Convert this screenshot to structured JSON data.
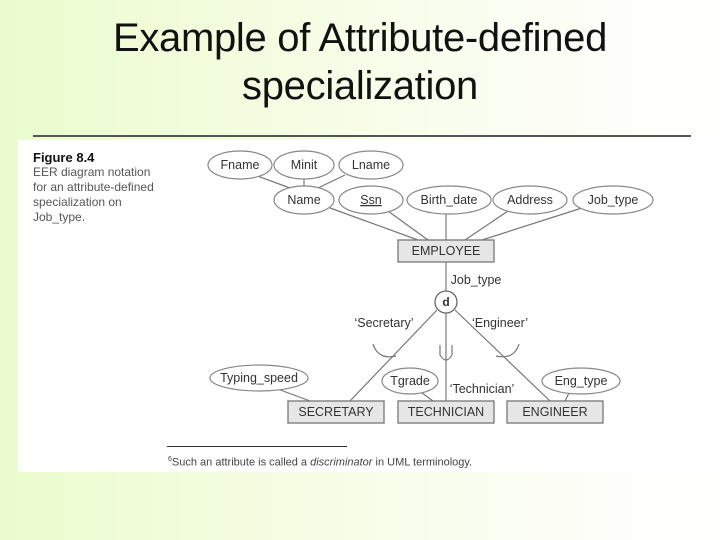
{
  "slide": {
    "title_line1": "Example of Attribute-defined",
    "title_line2": "specialization",
    "background_colors": [
      "#eafccd",
      "#ffffff"
    ]
  },
  "figure": {
    "number": "Figure 8.4",
    "caption_lines": [
      "EER diagram notation",
      "for an attribute-defined",
      "specialization on",
      "Job_type."
    ]
  },
  "diagram": {
    "superclass": "EMPLOYEE",
    "composite_subattributes": [
      "Fname",
      "Minit",
      "Lname"
    ],
    "attributes": [
      "Name",
      "Ssn",
      "Birth_date",
      "Address",
      "Job_type"
    ],
    "key_attribute": "Ssn",
    "defining_attribute_label": "Job_type",
    "constraint_symbol": "d",
    "branch_labels": [
      "‘Secretary’",
      "‘Technician’",
      "‘Engineer’"
    ],
    "subclasses": [
      "SECRETARY",
      "TECHNICIAN",
      "ENGINEER"
    ],
    "subclass_attributes": [
      "Typing_speed",
      "Tgrade",
      "Eng_type"
    ]
  },
  "footnote": {
    "marker": "6",
    "text_before": "Such an attribute is called a ",
    "emphasis": "discriminator",
    "text_after": " in UML terminology."
  }
}
